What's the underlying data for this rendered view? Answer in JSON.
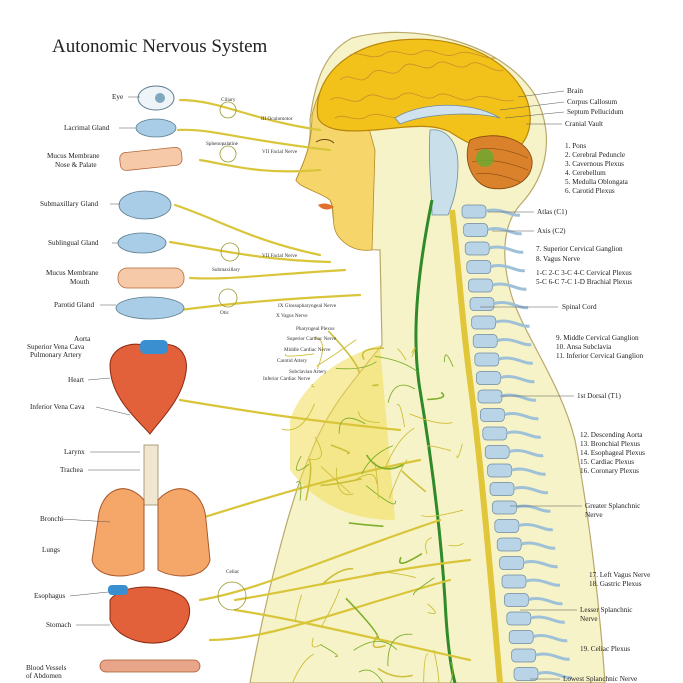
{
  "title": "Autonomic Nervous System",
  "organs_left": [
    "Eye",
    "Lacrimal Gland",
    "Mucus Membrane",
    "Nose & Palate",
    "Submaxillary Gland",
    "Sublingual Gland",
    "Mucus Membrane",
    "Mouth",
    "Parotid Gland",
    "Aorta",
    "Superior Vena Cava",
    "Pulmonary Artery",
    "Heart",
    "Inferior Vena Cava",
    "Larynx",
    "Trachea",
    "Bronchi",
    "Lungs",
    "Esophagus",
    "Stomach",
    "Blood Vessels",
    "of Abdomen"
  ],
  "ganglia": [
    "Ciliary",
    "Sphenopalatine",
    "Submaxillary",
    "Otic",
    "Celiac"
  ],
  "cranial_nerves": [
    "III Oculomotor",
    "VII Facial Nerve",
    "VII Facial Nerve",
    "IX Glossopharyngeal Nerve",
    "X Vagus Nerve"
  ],
  "center_labels": [
    "Pharyngeal Plexus",
    "Superior Cardiac Nerve",
    "Middle Cardiac Nerve",
    "Carotid Artery",
    "Subclavian Artery",
    "Inferior Cardiac Nerve"
  ],
  "brain_labels": [
    "Brain",
    "Corpus Callosum",
    "Septum Pellucidum",
    "Cranial Vault"
  ],
  "numbered_brain": [
    "1. Pons",
    "2. Cerebral Peduncle",
    "3. Cavernous Plexus",
    "4. Cerebellum",
    "5. Medulla Oblongata",
    "6. Carotid Plexus"
  ],
  "spine_labels": [
    "Atlas (C1)",
    "Axis (C2)",
    "7. Superior Cervical Ganglion",
    "8. Vagus Nerve",
    "1-C 2-C 3-C 4-C Cervical Plexus",
    "5-C 6-C 7-C 1-D Brachial Plexus",
    "Spinal Cord",
    "9. Middle Cervical Ganglion",
    "10. Ansa Subclavia",
    "11. Inferior Cervical Ganglion",
    "1st Dorsal (T1)",
    "12. Descending Aorta",
    "13. Bronchial Plexus",
    "14. Esophageal Plexus",
    "15. Cardiac Plexus",
    "16. Coronary Plexus",
    "Greater Splanchnic",
    "Nerve",
    "17. Left Vagus Nerve",
    "18. Gastric Plexus",
    "Lesser Splanchnic",
    "Nerve",
    "19. Celiac Plexus",
    "Lowest Splanchnic Nerve"
  ],
  "colors": {
    "brain": "#f2c21b",
    "nerve": "#d9c53a",
    "nerve_green": "#7fae2a",
    "skin_face": "#f6d66a",
    "body_tint": "#f7f3c8",
    "vertebra": "#b9d4e6",
    "heart": "#e2603a",
    "lung": "#f4a769",
    "gland": "#a9cde6"
  }
}
